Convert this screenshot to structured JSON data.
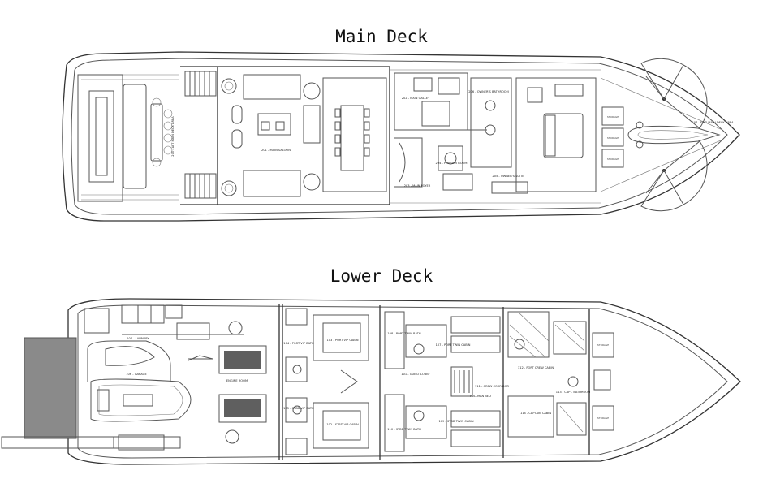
{
  "decks": {
    "main": {
      "title": "Main Deck",
      "rooms": {
        "aft_deck": "200 - AFT MAIN DECK AREA",
        "salon": "201 - MAIN SALOON",
        "galley": "202 - MAIN GALLEY",
        "foyer": "203 - MAIN FOYER",
        "powder": "204 - POWDER ROOM",
        "owner_suite": "205 - OWNER'S SUITE",
        "owner_bath": "206 - OWNER'S BATHROOM",
        "fwd_deck": "207 - FWD MAIN DECK AREA",
        "storage_1": "STORAGE",
        "storage_2": "STORAGE",
        "storage_3": "STORAGE"
      }
    },
    "lower": {
      "title": "Lower Deck",
      "rooms": {
        "laundry": "107 - LAUNDRY",
        "garage": "106 - GARAGE",
        "engine": "ENGINE ROOM",
        "port_vip_bath": "104 - PORT VIP BATH",
        "port_vip_cabin": "103 - PORT VIP CABIN",
        "stbd_vip_bath": "105 - STBD VIP BATH",
        "stbd_vip_cabin": "102 - STBD VIP CABIN",
        "guest_lobby": "101 - GUEST LOBBY",
        "port_twin_bath": "108 - PORT TWIN BATH",
        "port_twin_cabin": "107 - PORT TWIN CABIN",
        "stbd_twin_bath": "110 - STBD TWIN BATH",
        "stbd_twin_cabin": "109 - STBD TWIN CABIN",
        "crew_corridor": "111 - CREW CORRIDOR",
        "pullman": "PULLMAN BED",
        "port_crew": "112 - PORT CREW CABIN",
        "capt_bath": "113 - CAPT. BATHROOM",
        "capt_cabin": "114 - CAPTAIN CABIN",
        "storage_1": "STORAGE",
        "storage_2": "STORAGE"
      }
    }
  }
}
